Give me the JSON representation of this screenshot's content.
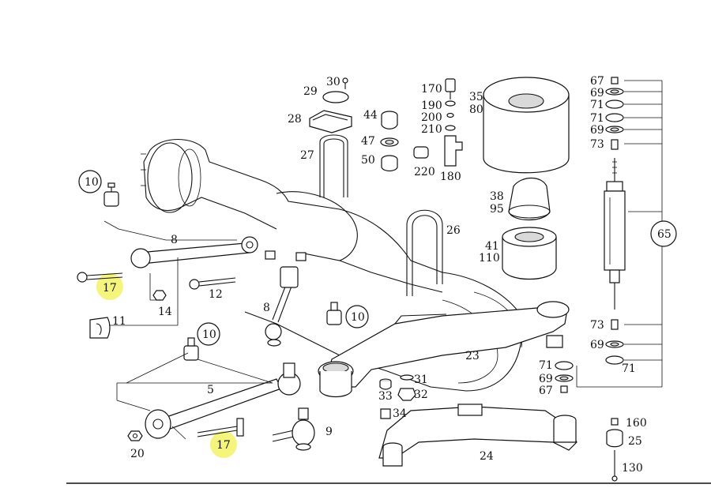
{
  "labels": {
    "l30": "30",
    "l29": "29",
    "l28": "28",
    "l27": "27",
    "l44": "44",
    "l47": "47",
    "l50": "50",
    "l170": "170",
    "l190": "190",
    "l200": "200",
    "l210": "210",
    "l220": "220",
    "l180": "180",
    "l35": "35",
    "l80": "80",
    "l38": "38",
    "l95": "95",
    "l41": "41",
    "l110": "110",
    "l26": "26",
    "l67a": "67",
    "l69a": "69",
    "l71a": "71",
    "l71b": "71",
    "l69b": "69",
    "l73a": "73",
    "l65": "65",
    "l73b": "73",
    "l69c": "69",
    "l71c": "71",
    "l71d": "71",
    "l69d": "69",
    "l67b": "67",
    "l160": "160",
    "l25": "25",
    "l130": "130",
    "l10a": "10",
    "l8a": "8",
    "l17a": "17",
    "l14": "14",
    "l12": "12",
    "l11": "11",
    "l8b": "8",
    "l10b": "10",
    "l10c": "10",
    "l5": "5",
    "l20": "20",
    "l17b": "17",
    "l9": "9",
    "l23": "23",
    "l31": "31",
    "l32": "32",
    "l33": "33",
    "l34": "34",
    "l24": "24"
  },
  "highlight_color": "#f4f57a"
}
